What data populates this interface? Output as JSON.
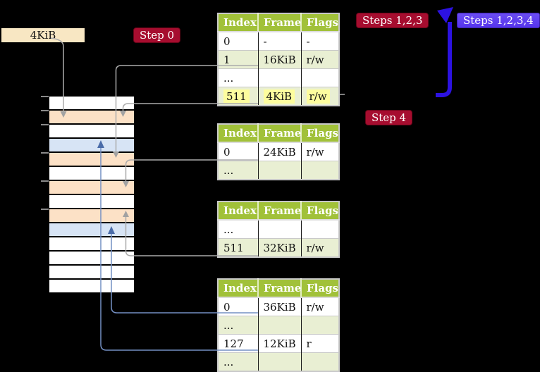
{
  "colors": {
    "header_green": "#a1c139",
    "row_light_green": "#e9efd3",
    "frame_label_bg": "#f8e7c3",
    "stack_orange": "#fce1c6",
    "stack_blue": "#d7e4f5",
    "highlight_yellow": "#fdfd9e",
    "badge_red": "#a60d2f",
    "badge_violet": "#5634ee",
    "arrow_gray": "#ababab",
    "arrow_blue_thin": "#7490c4",
    "arrow_blue_thin_head": "#4a6ca9",
    "arrow_blue_thick": "#2c12e0"
  },
  "labels": {
    "frame_size": "4KiB",
    "step_0": "Step 0",
    "steps_123": "Steps 1,2,3",
    "steps_1234": "Steps 1,2,3,4",
    "step_4": "Step 4"
  },
  "memory_stack": {
    "rows": [
      "white",
      "orange",
      "white",
      "blue",
      "orange",
      "white",
      "orange",
      "white",
      "orange",
      "blue",
      "white",
      "white",
      "white",
      "white"
    ]
  },
  "page_tables": [
    {
      "name": "table-1",
      "headers": [
        "Index",
        "Frame",
        "Flags"
      ],
      "rows": [
        {
          "cells": [
            "0",
            "-",
            "-"
          ],
          "shaded": false,
          "highlighted": false
        },
        {
          "cells": [
            "1",
            "16KiB",
            "r/w"
          ],
          "shaded": true,
          "highlighted": false
        },
        {
          "cells": [
            "...",
            "",
            ""
          ],
          "shaded": false,
          "highlighted": false
        },
        {
          "cells": [
            "511",
            "4KiB",
            "r/w"
          ],
          "shaded": true,
          "highlighted": true
        }
      ]
    },
    {
      "name": "table-2",
      "headers": [
        "Index",
        "Frame",
        "Flags"
      ],
      "rows": [
        {
          "cells": [
            "0",
            "24KiB",
            "r/w"
          ],
          "shaded": false,
          "highlighted": false
        },
        {
          "cells": [
            "...",
            "",
            ""
          ],
          "shaded": true,
          "highlighted": false
        }
      ]
    },
    {
      "name": "table-3",
      "headers": [
        "Index",
        "Frame",
        "Flags"
      ],
      "rows": [
        {
          "cells": [
            "...",
            "",
            ""
          ],
          "shaded": false,
          "highlighted": false
        },
        {
          "cells": [
            "511",
            "32KiB",
            "r/w"
          ],
          "shaded": true,
          "highlighted": false
        }
      ]
    },
    {
      "name": "table-4",
      "headers": [
        "Index",
        "Frame",
        "Flags"
      ],
      "rows": [
        {
          "cells": [
            "0",
            "36KiB",
            "r/w"
          ],
          "shaded": false,
          "highlighted": false
        },
        {
          "cells": [
            "...",
            "",
            ""
          ],
          "shaded": true,
          "highlighted": false
        },
        {
          "cells": [
            "127",
            "12KiB",
            "r"
          ],
          "shaded": false,
          "highlighted": false
        },
        {
          "cells": [
            "...",
            "",
            ""
          ],
          "shaded": true,
          "highlighted": false
        }
      ]
    }
  ]
}
